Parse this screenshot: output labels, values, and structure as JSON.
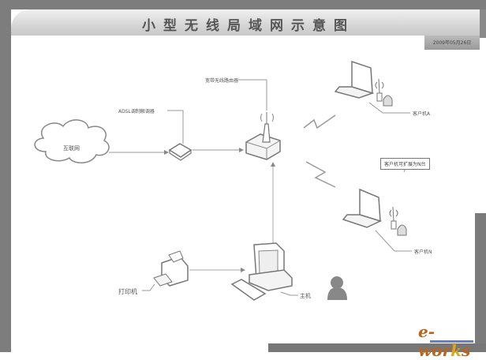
{
  "title": "小型无线局域网示意图",
  "date_badge": "2009年05月26日",
  "nodes": {
    "internet": {
      "label": "互联网",
      "icon": "cloud-icon"
    },
    "modem": {
      "label": "ADSL调制解调器",
      "icon": "modem-icon"
    },
    "router": {
      "label": "宽带无线路由器",
      "icon": "wireless-router-icon"
    },
    "client_a": {
      "label": "客户机A",
      "icon": "laptop-icon"
    },
    "client_n": {
      "label": "客户机N",
      "icon": "laptop-icon"
    },
    "host": {
      "label": "主机",
      "icon": "desktop-computer-icon"
    },
    "printer": {
      "label": "打印机",
      "icon": "printer-icon"
    }
  },
  "note": "客户机可扩展为N台",
  "edges": [
    {
      "from": "internet",
      "to": "modem",
      "type": "wired"
    },
    {
      "from": "modem",
      "to": "router",
      "type": "wired"
    },
    {
      "from": "host",
      "to": "router",
      "type": "wired"
    },
    {
      "from": "printer",
      "to": "host",
      "type": "wired"
    },
    {
      "from": "router",
      "to": "client_a",
      "type": "wireless"
    },
    {
      "from": "router",
      "to": "client_n",
      "type": "wireless"
    }
  ],
  "logo": {
    "prefix": "e-wor",
    "highlight": "k",
    "suffix": "s"
  }
}
